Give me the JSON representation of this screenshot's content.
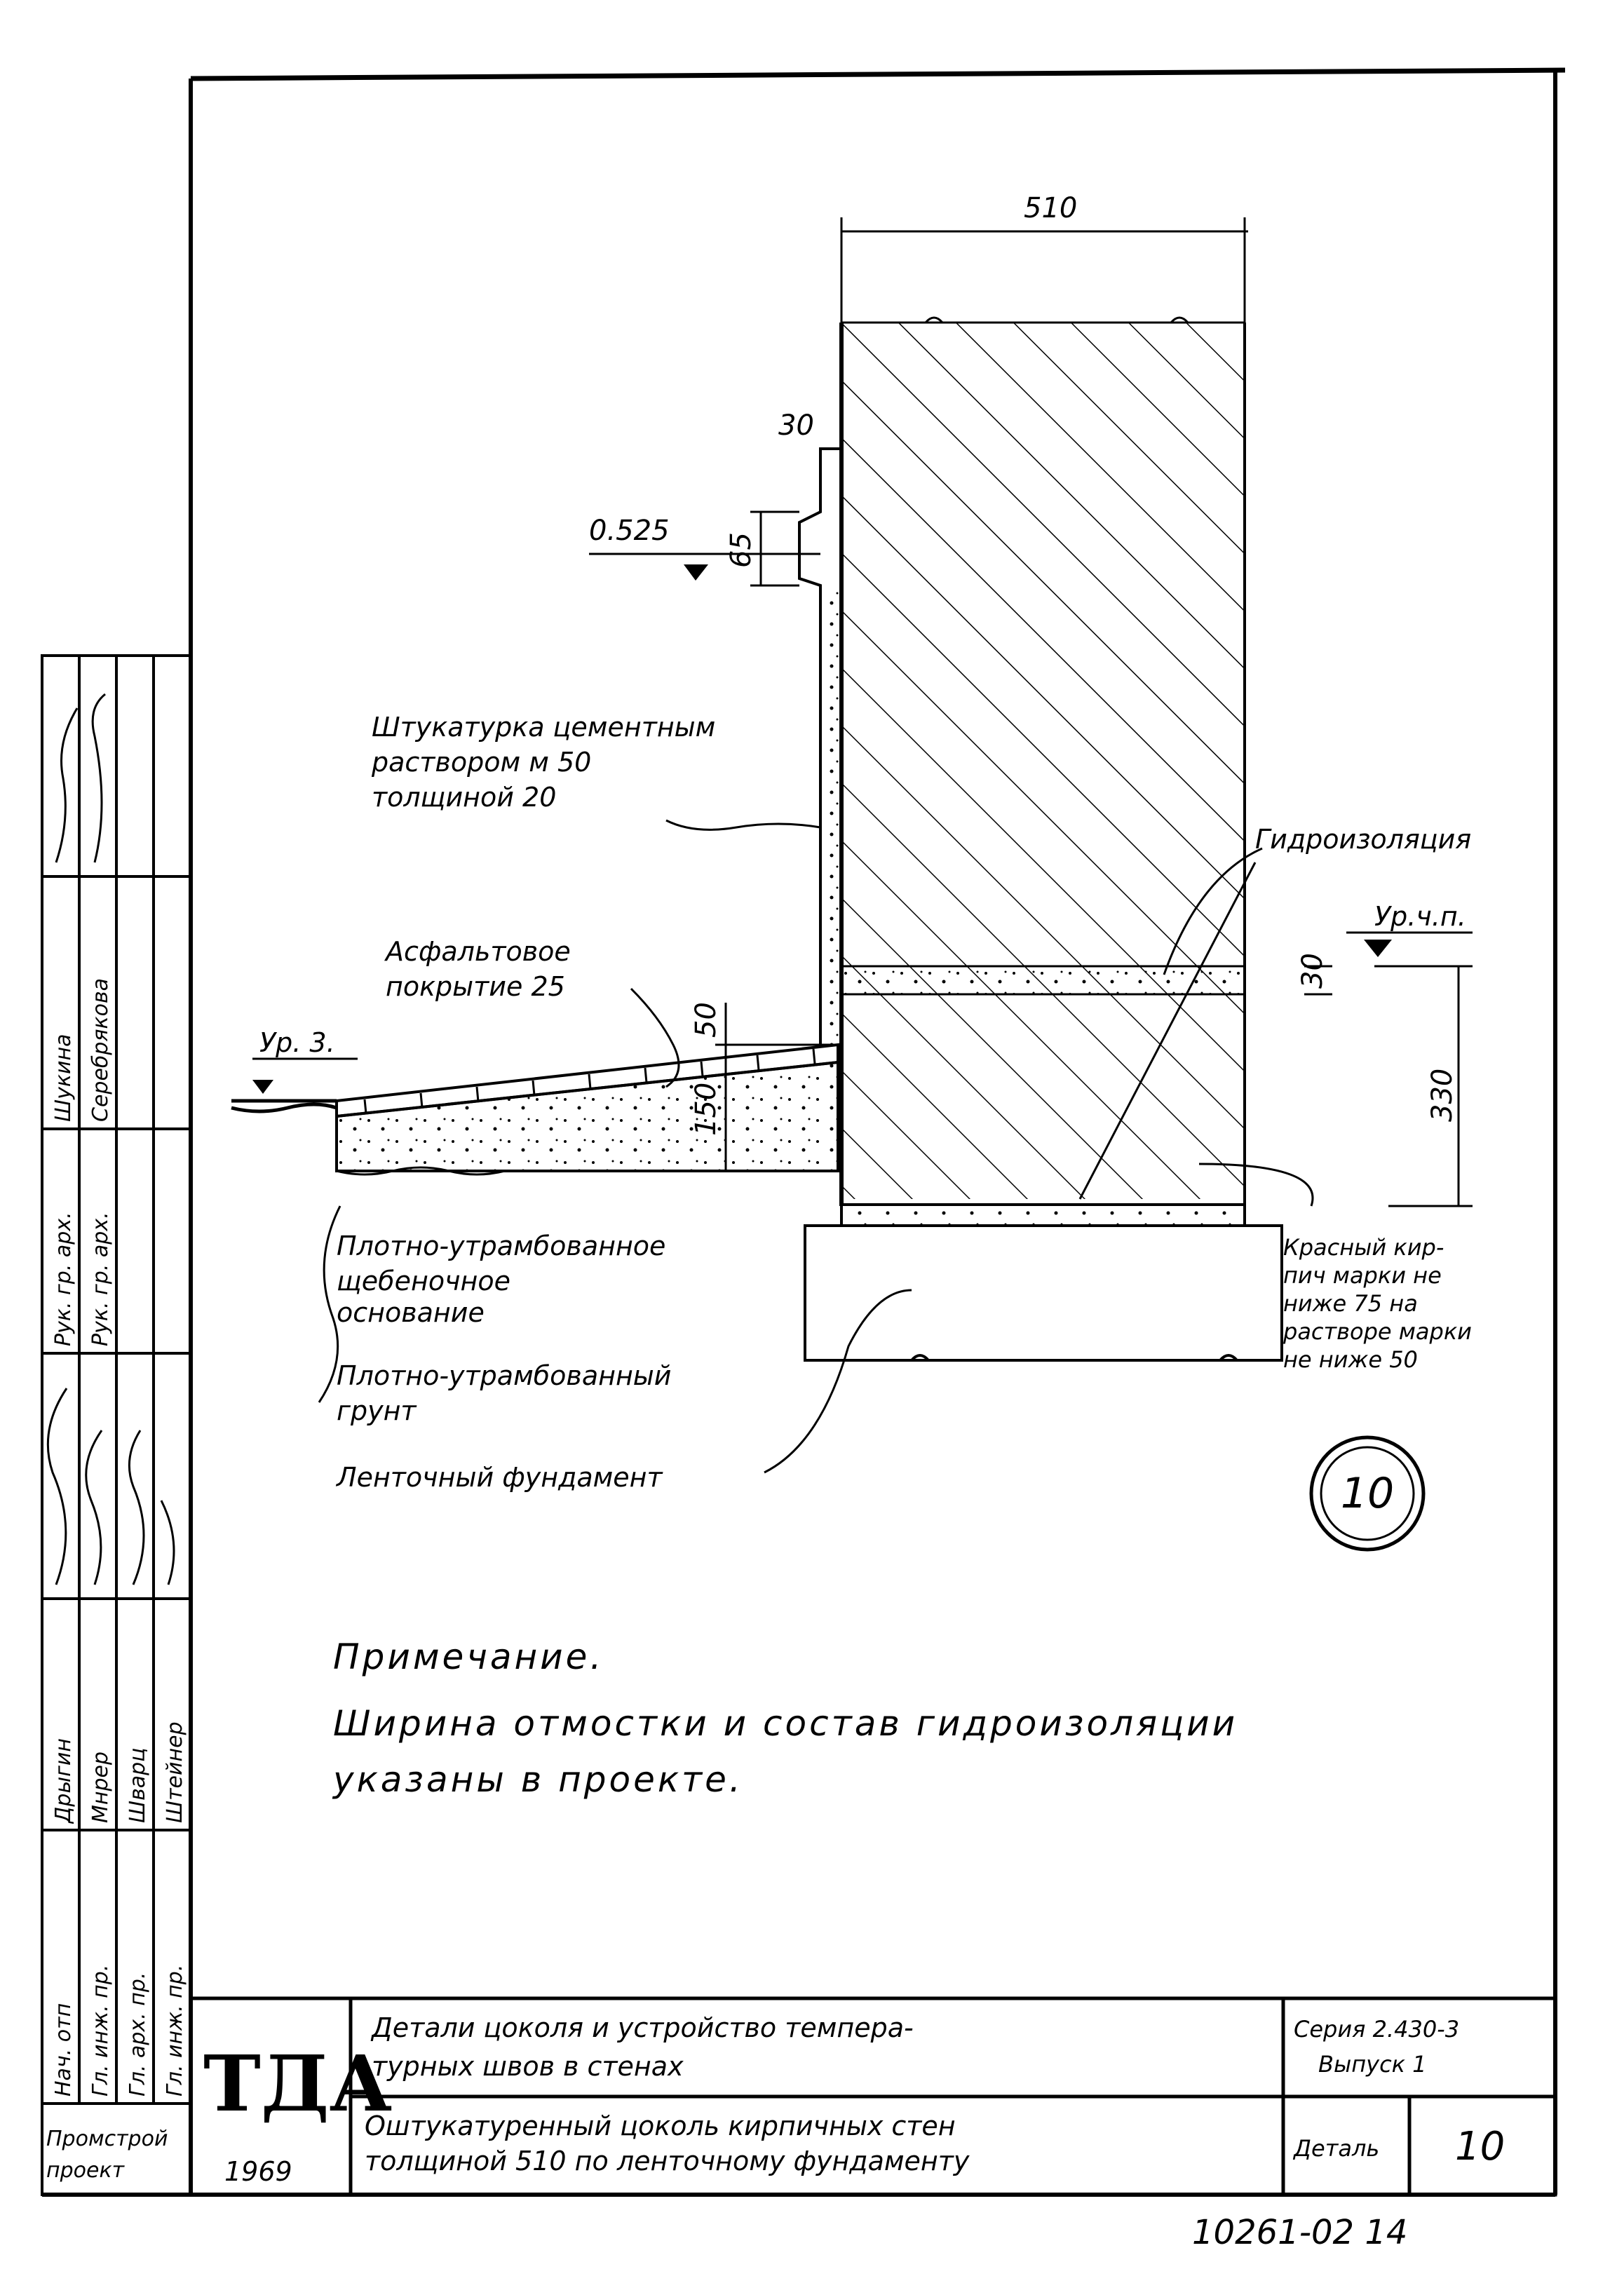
{
  "dimensions": {
    "wall_width": "510",
    "plinth_offset": "30",
    "plinth_step": "65",
    "elevation": "0.525",
    "asphalt_thickness": "50",
    "base_thickness": "150",
    "waterproof_layer": "30",
    "foundation_depth": "330"
  },
  "level_marks": {
    "ground_level": "Ур. 3.",
    "floor_level": "Ур.ч.п."
  },
  "labels": {
    "plaster": [
      "Штукатурка цементным",
      "раствором м 50",
      "толщиной 20"
    ],
    "waterproofing": "Гидроизоляция",
    "asphalt": [
      "Асфальтовое",
      "покрытие 25"
    ],
    "compacted_base": [
      "Плотно-утрамбованное",
      "щебеночное",
      "основание"
    ],
    "compacted_soil": [
      "Плотно-утрамбованный",
      "грунт"
    ],
    "strip_foundation": "Ленточный фундамент",
    "red_brick": [
      "Красный кир-",
      "пич марки не",
      "ниже 75 на",
      "растворе марки",
      "не ниже 50"
    ]
  },
  "detail_mark": "10",
  "note": {
    "title": "Примечание.",
    "lines": [
      "Ширина отмостки и состав гидроизоляции",
      "указаны в проекте."
    ]
  },
  "title_block": {
    "logo": "ТДА",
    "year": "1969",
    "org": [
      "Промстрой",
      "проект"
    ],
    "title_top": [
      "Детали цоколя и устройство темпера-",
      "турных швов в стенах"
    ],
    "title_bottom": [
      "Оштукатуренный цоколь кирпичных стен",
      "толщиной 510 по ленточному фундаменту"
    ],
    "series": [
      "Серия 2.430-3",
      "Выпуск 1"
    ],
    "detail_label": "Деталь",
    "detail_number": "10"
  },
  "signatures": {
    "roles": [
      "Нач. отп",
      "Гл. инж. пр.",
      "Гл. арх. пр.",
      "Гл. инж. пр."
    ],
    "names": [
      "Дрыгин",
      "Мнрер",
      "Шварц",
      "Штейнер"
    ],
    "roles_top": [
      "Рук. гр. арх.",
      "Рук. гр. арх."
    ],
    "names_top": [
      "Шукина",
      "Серебрякова"
    ]
  },
  "sheet_code": "10261-02 14"
}
